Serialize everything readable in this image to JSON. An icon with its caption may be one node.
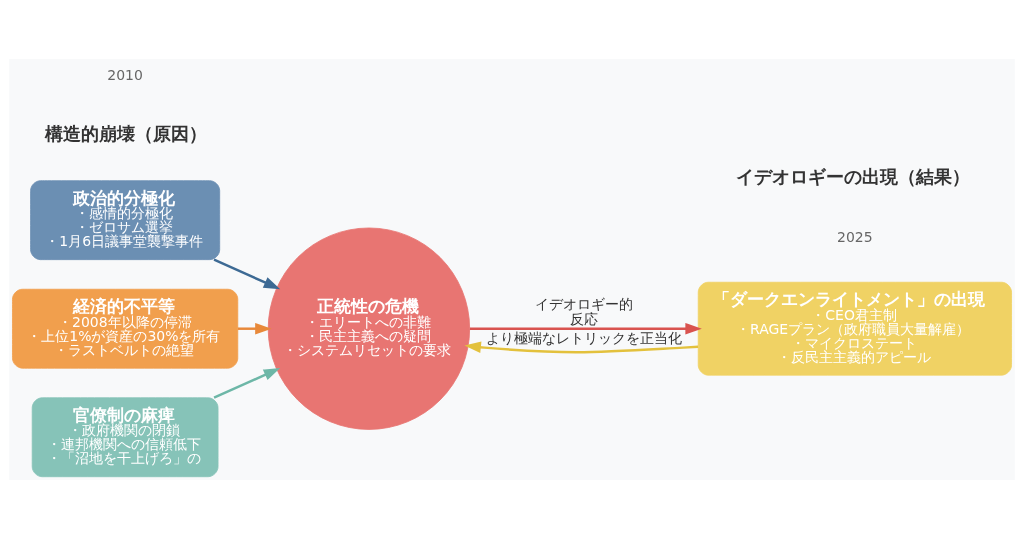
{
  "diagram": {
    "nodes": [
      {
        "text": [
          "政治的分極化",
          "・感情的分極化",
          "・ゼロサム選挙",
          "・1月6日議事堂襲撃事件"
        ]
      },
      {
        "text": [
          "経済的不平等",
          "・2008年以降の停滞",
          "・上位1%が資産の30%を所有",
          "・ラストベルトの絶望"
        ]
      },
      {
        "text": [
          "官僚制の麻痺",
          "・政府機関の閉鎖",
          "・連邦機関への信頼低下",
          "・「沼地を干上げろ」の"
        ]
      },
      {
        "text": [
          "正統性の危機",
          "・エリートへの非難",
          "・民主主義への疑問",
          "・システムリセットの要求"
        ]
      },
      {
        "text": [
          "「ダークエンライトメント」の出現",
          "・CEO君主制",
          "・RAGEプラン（政府職員大量解雇）",
          "・マイクロステート",
          "・反民主主義的アピール"
        ]
      }
    ],
    "edges": [
      {
        "from": 0,
        "to": 3,
        "arrow": "to",
        "color": "#3d6a94"
      },
      {
        "from": 1,
        "to": 3,
        "arrow": "to",
        "color": "#e8893a"
      },
      {
        "from": 2,
        "to": 3,
        "arrow": "to",
        "color": "#6db7a7"
      },
      {
        "from": 3,
        "to": 4,
        "arrow": "to",
        "label": "イデオロギー的反応",
        "color": "#d9534f"
      },
      {
        "from": 4,
        "to": 3,
        "arrow": "to",
        "label": "より極端なレトリックを正当化",
        "color": "#e3c13c"
      }
    ],
    "labels": [
      "2010",
      "構造的崩壊（原因）",
      "イデオロギーの出現（結果）",
      "2025"
    ]
  }
}
